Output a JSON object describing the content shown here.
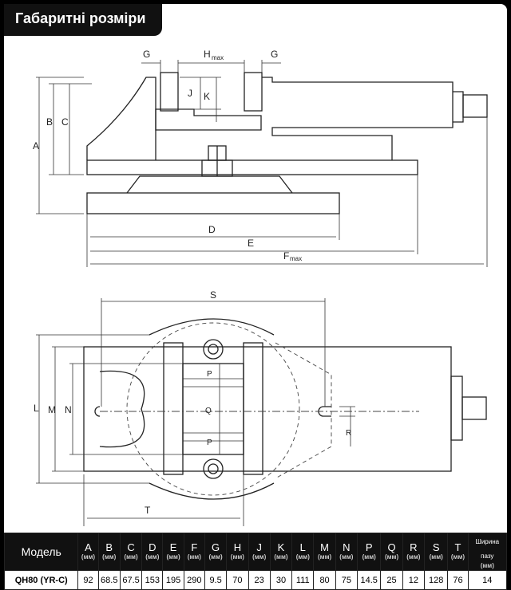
{
  "title": "Габаритні розміри",
  "side_view_labels": {
    "G": "G",
    "H": "H",
    "H_sub": "max",
    "J": "J",
    "K": "K",
    "A": "A",
    "B": "B",
    "C": "C",
    "D": "D",
    "E": "E",
    "F": "F",
    "F_sub": "max"
  },
  "top_view_labels": {
    "S": "S",
    "L": "L",
    "M": "M",
    "N": "N",
    "P": "P",
    "Q": "Q",
    "R": "R",
    "T": "T"
  },
  "table": {
    "model_header": "Модель",
    "unit": "(мм)",
    "slot_header": "Ширина пазу",
    "headers": [
      "A",
      "B",
      "C",
      "D",
      "E",
      "F",
      "G",
      "H",
      "J",
      "K",
      "L",
      "M",
      "N",
      "P",
      "Q",
      "R",
      "S",
      "T"
    ],
    "row": {
      "model": "QH80 (YR-C)",
      "values": [
        "92",
        "68.5",
        "67.5",
        "153",
        "195",
        "290",
        "9.5",
        "70",
        "23",
        "30",
        "111",
        "80",
        "75",
        "14.5",
        "25",
        "12",
        "128",
        "76"
      ],
      "slot": "14"
    }
  }
}
